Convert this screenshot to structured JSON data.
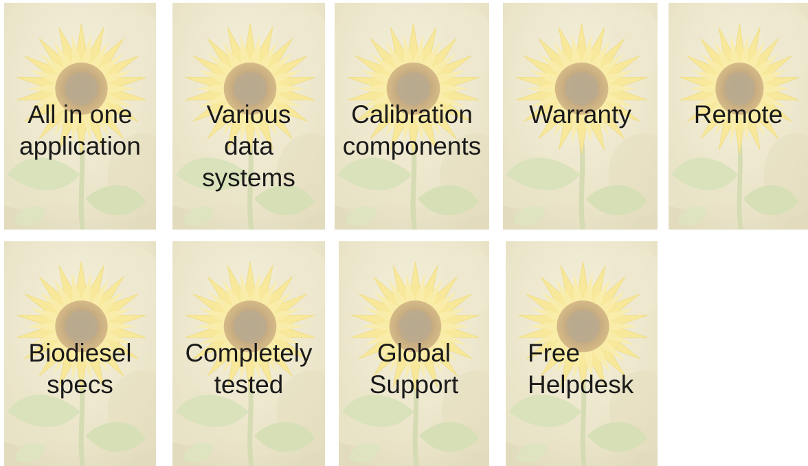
{
  "tiles": [
    {
      "label": "All in one\napplication"
    },
    {
      "label": "Various\ndata\nsystems"
    },
    {
      "label": "Calibration\ncomponents"
    },
    {
      "label": "Warranty"
    },
    {
      "label": "Remote"
    },
    {
      "label": "Biodiesel\nspecs"
    },
    {
      "label": "Completely\ntested"
    },
    {
      "label": "Global\nSupport"
    },
    {
      "label": "Free\nHelpdesk"
    }
  ],
  "colors": {
    "petal": "#f6e27a",
    "petal_shade": "#efd55a",
    "disk": "#a98a55",
    "leaf": "#c9d6a0",
    "background_light": "#ece6c6",
    "background_dark": "#dcd3ad",
    "text": "#1a1a1a"
  }
}
